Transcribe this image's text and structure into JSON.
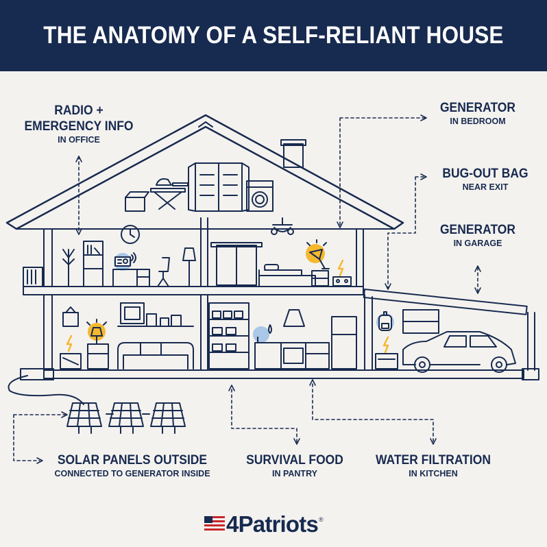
{
  "title": "THE ANATOMY OF A SELF-RELIANT HOUSE",
  "callouts": {
    "radio": {
      "main_line1": "RADIO +",
      "main_line2": "EMERGENCY INFO",
      "sub": "IN OFFICE"
    },
    "generator_bedroom": {
      "main": "GENERATOR",
      "sub": "IN BEDROOM"
    },
    "bugout": {
      "main": "BUG-OUT BAG",
      "sub": "NEAR EXIT"
    },
    "generator_garage": {
      "main": "GENERATOR",
      "sub": "IN GARAGE"
    },
    "solar": {
      "main": "SOLAR PANELS OUTSIDE",
      "sub": "CONNECTED TO GENERATOR INSIDE"
    },
    "food": {
      "main": "SURVIVAL FOOD",
      "sub": "IN PANTRY"
    },
    "water": {
      "main": "WATER FILTRATION",
      "sub": "IN KITCHEN"
    }
  },
  "logo": {
    "number": "4",
    "name": "Patriots",
    "mark": "®"
  },
  "colors": {
    "navy": "#172a4f",
    "background": "#f4f2ef",
    "yellow": "#f5b82e",
    "highlight": "#a9c7e6",
    "red": "#c8262c"
  },
  "icons": [
    "radio-icon",
    "lamp-icon",
    "lightning-bolt-icon",
    "generator-icon",
    "backpack-icon",
    "water-drop-icon",
    "solar-panel-icon",
    "car-icon",
    "clock-icon"
  ]
}
